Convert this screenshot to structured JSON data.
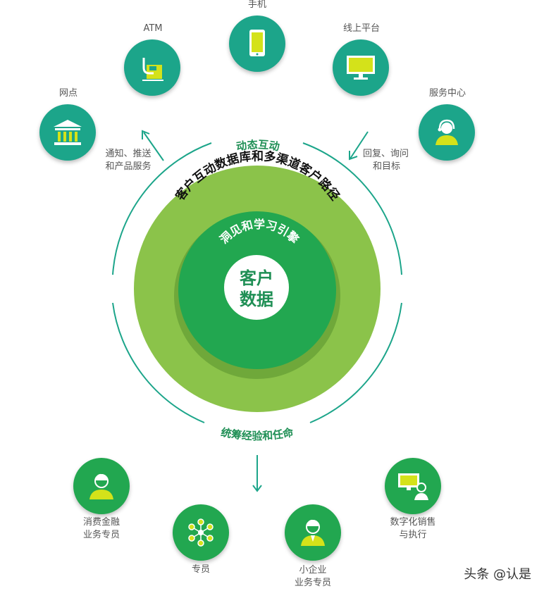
{
  "nodes": {
    "mobile": "手机",
    "atm": "ATM",
    "online_platform": "线上平台",
    "branch": "网点",
    "service_center": "服务中心",
    "consumer_finance": [
      "消费金融",
      "业务专员"
    ],
    "specialist": "专员",
    "small_business": [
      "小企业",
      "业务专员"
    ],
    "digital_sales": [
      "数字化销售",
      "与执行"
    ]
  },
  "flows": {
    "notify": [
      "通知、推送",
      "和产品服务"
    ],
    "reply": [
      "回复、询问",
      "和目标"
    ]
  },
  "rings": {
    "dynamic_interaction": "动态互动",
    "database_path": "客户互动数据库和多渠道客户路径",
    "insight_engine": "洞见和学习引擎",
    "coordination": "统筹经验和任命"
  },
  "center": [
    "客户",
    "数据"
  ],
  "watermark": "头条 @认是",
  "colors": {
    "teal": "#1ca58a",
    "outer_green": "#8bc34a",
    "inner_green": "#22a750",
    "accent_yellow": "#d4e21a"
  }
}
